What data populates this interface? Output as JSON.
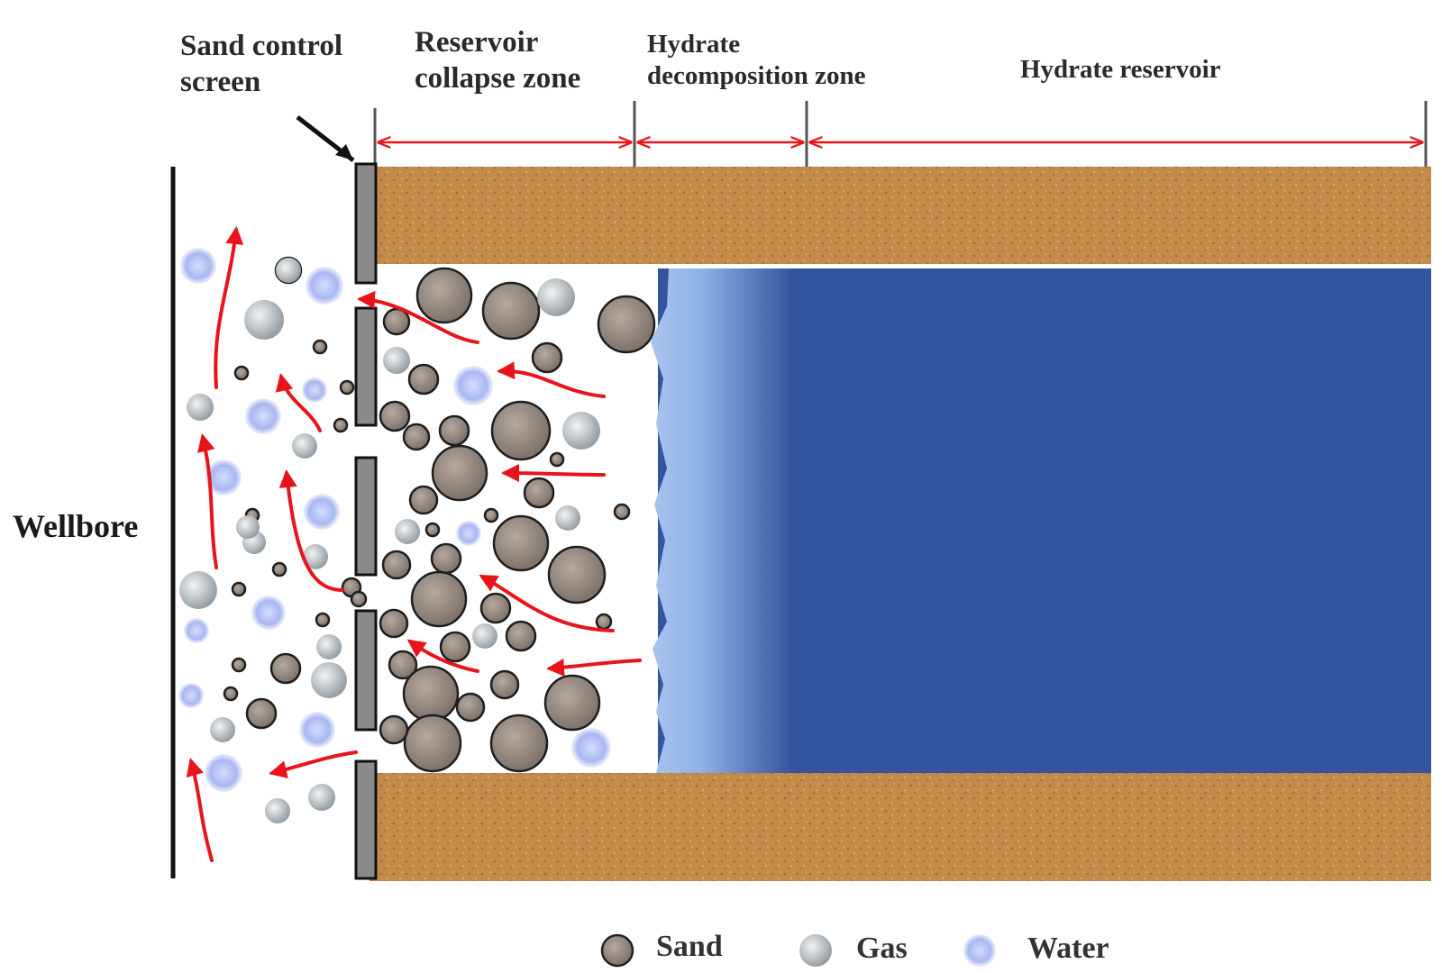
{
  "labels": {
    "screen": [
      "Sand control",
      "screen"
    ],
    "collapse": [
      "Reservoir",
      "collapse zone"
    ],
    "decomposition": [
      "Hydrate",
      "decomposition zone"
    ],
    "reservoir": "Hydrate reservoir",
    "wellbore": "Wellbore"
  },
  "legend": [
    {
      "label": "Sand",
      "icon": "sand-particle-icon"
    },
    {
      "label": "Gas",
      "icon": "gas-bubble-icon"
    },
    {
      "label": "Water",
      "icon": "water-droplet-icon"
    }
  ],
  "colors": {
    "sediment": "#c48a4a",
    "hydrate": "#33549e",
    "decomposition": "#8fb2e6",
    "sand": "#8a7d72",
    "gas": "#a6aeb3",
    "water": "#b5c3f3",
    "flow_arrow": "#e8141c",
    "dimension_line": "#e8141c",
    "screen": "#8a8a8a"
  }
}
